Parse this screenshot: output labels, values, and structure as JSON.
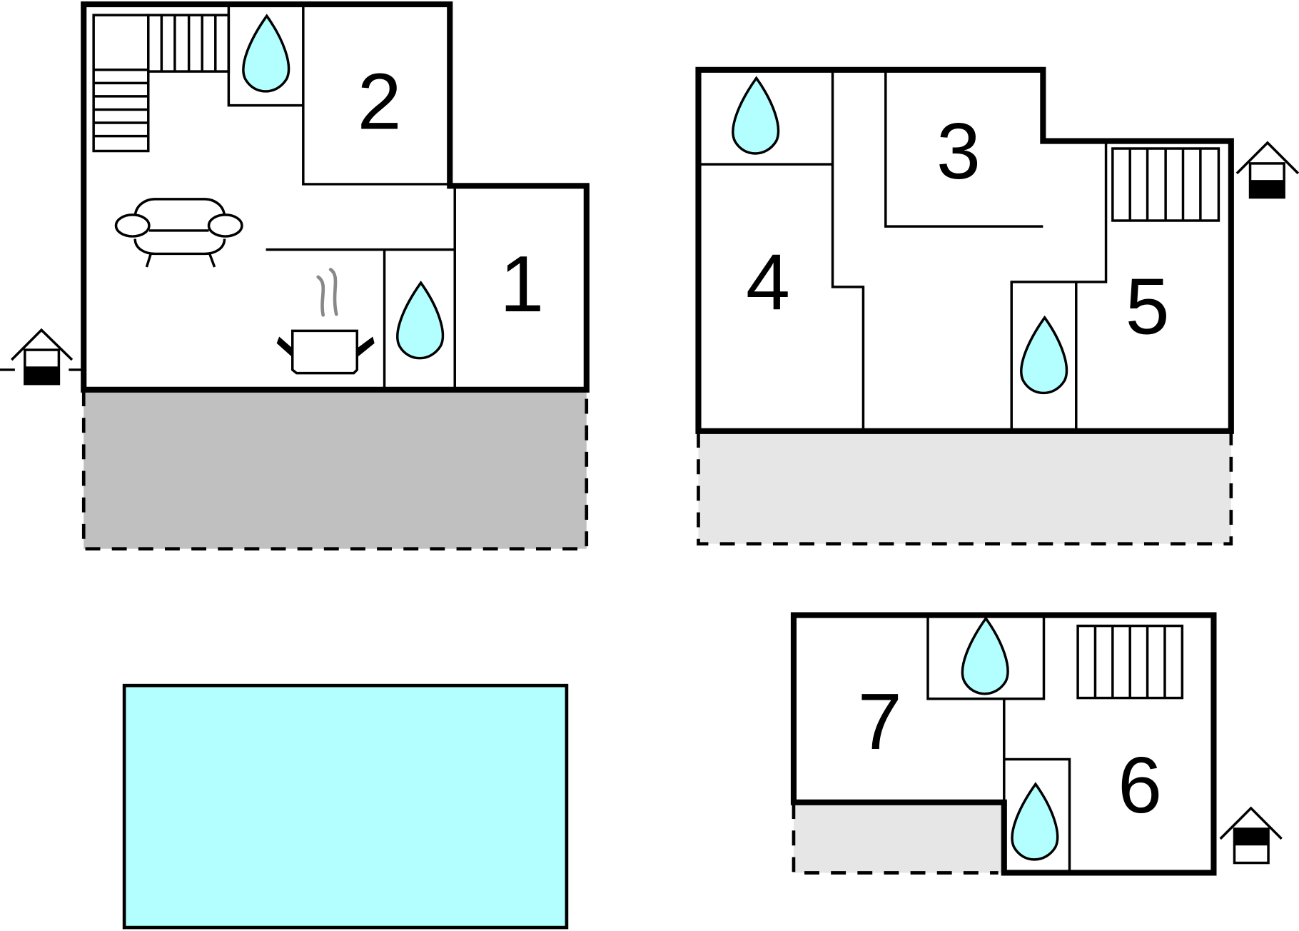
{
  "rooms": [
    {
      "label": "1"
    },
    {
      "label": "2"
    },
    {
      "label": "3"
    },
    {
      "label": "4"
    },
    {
      "label": "5"
    },
    {
      "label": "6"
    },
    {
      "label": "7"
    }
  ],
  "colors": {
    "water": "#b3ffff",
    "terrace_dark": "#c0c0c0",
    "terrace_light": "#e6e6e6",
    "wall": "#000000"
  },
  "icons": [
    "bathroom-drop-icon",
    "stairs-icon",
    "sofa-icon",
    "cooking-pot-icon",
    "entrance-house-icon"
  ]
}
